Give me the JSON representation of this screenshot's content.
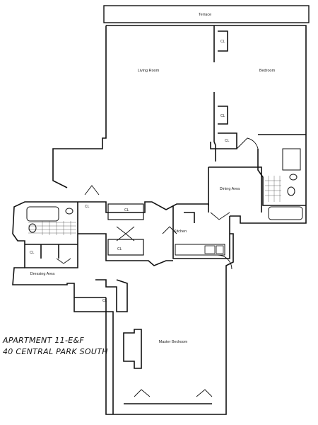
{
  "rooms": {
    "terrace": "Terrace",
    "living_room": "Living Room",
    "bedroom": "Bedroom",
    "dining_area": "Dining Area",
    "kitchen": "Kitchen",
    "dressing_area": "Dressing Area",
    "master_bedroom": "Master Bedroom"
  },
  "closets": [
    "CL",
    "CL",
    "CL",
    "CL",
    "CL",
    "CL",
    "CL",
    "CL"
  ],
  "title": {
    "line1": "APARTMENT 11-E&F",
    "line2": "40 CENTRAL PARK SOUTH"
  }
}
